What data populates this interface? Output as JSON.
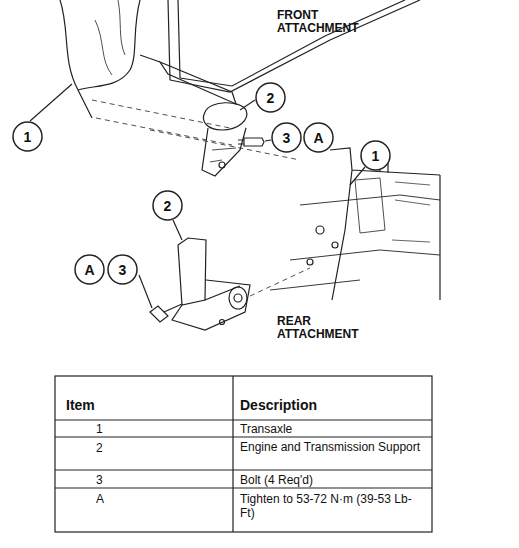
{
  "diagram": {
    "nodes": [
      {
        "text": [
          "2"
        ]
      },
      {
        "text": [
          "1"
        ]
      },
      {
        "text": [
          "3"
        ]
      },
      {
        "text": [
          "A"
        ]
      },
      {
        "text": [
          "1"
        ]
      },
      {
        "text": [
          "2"
        ]
      },
      {
        "text": [
          "A"
        ]
      },
      {
        "text": [
          "3"
        ]
      }
    ],
    "labels": [
      "FRONT ATTACHMENT",
      "REAR ATTACHMENT",
      "Item",
      "Description",
      "1",
      "Transaxle",
      "2",
      "Engine and Transmission Support",
      "3",
      "Bolt (4 Req'd)",
      "A",
      "Tighten to 53-72 N·m (39-53 Lb-Ft)"
    ]
  }
}
